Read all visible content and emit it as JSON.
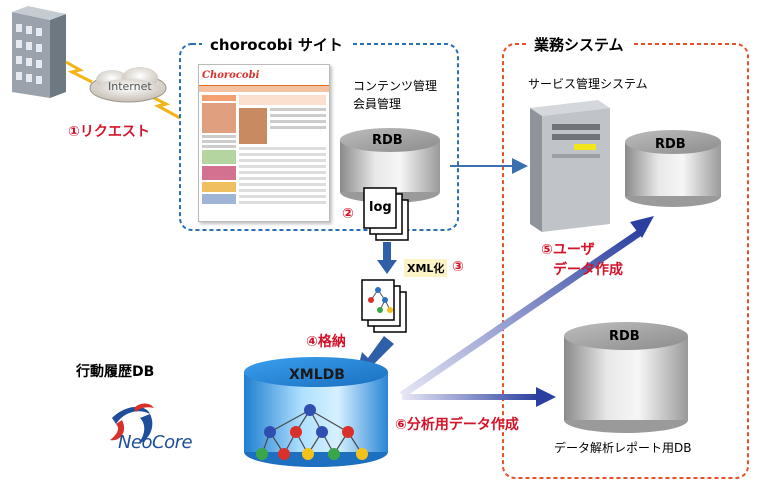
{
  "site_box": {
    "title": "chorocobi サイト",
    "border_color": "#2a6fb5"
  },
  "business_box": {
    "title": "業務システム",
    "border_color": "#e8502a"
  },
  "internet_label": "Internet",
  "site_thumbnail": {
    "logo": "Chorocobi"
  },
  "steps": {
    "s1": "①リクエスト",
    "s2": "②",
    "s3": "③",
    "s4": "④格納",
    "s5_line1": "⑤ユーザ",
    "s5_line2": "データ作成",
    "s6": "⑥分析用データ作成"
  },
  "labels": {
    "content_mgmt": "コンテンツ管理",
    "member_mgmt": "会員管理",
    "rdb": "RDB",
    "log": "log",
    "xml_conv": "XML化",
    "service_mgmt": "サービス管理システム",
    "behavior_db": "行動履歴DB",
    "xmldb": "XMLDB",
    "analysis_db": "データ解析レポート用DB",
    "neocore": "NeoCore"
  },
  "colors": {
    "step_red": "#d4132a",
    "xmldb_blue": "#2f8fd8",
    "arrow_blue": "#3b6fb0"
  }
}
